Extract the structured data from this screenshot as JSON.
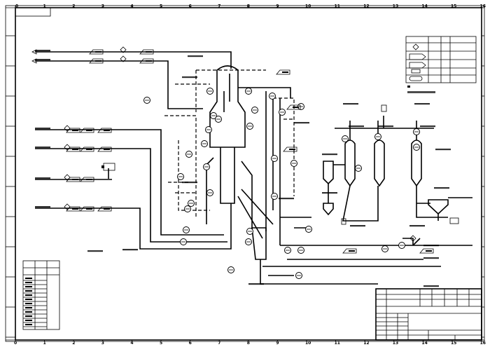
{
  "drawing": {
    "type": "process flow / P&ID drawing sheet",
    "line_color": "#000000",
    "background": "#ffffff"
  },
  "border": {
    "column_labels": [
      "0",
      "1",
      "2",
      "3",
      "4",
      "5",
      "6",
      "7",
      "8",
      "9",
      "10",
      "11",
      "12",
      "13",
      "14",
      "15",
      "16"
    ]
  },
  "legend": {
    "present": true
  },
  "title_block": {
    "present": true
  }
}
